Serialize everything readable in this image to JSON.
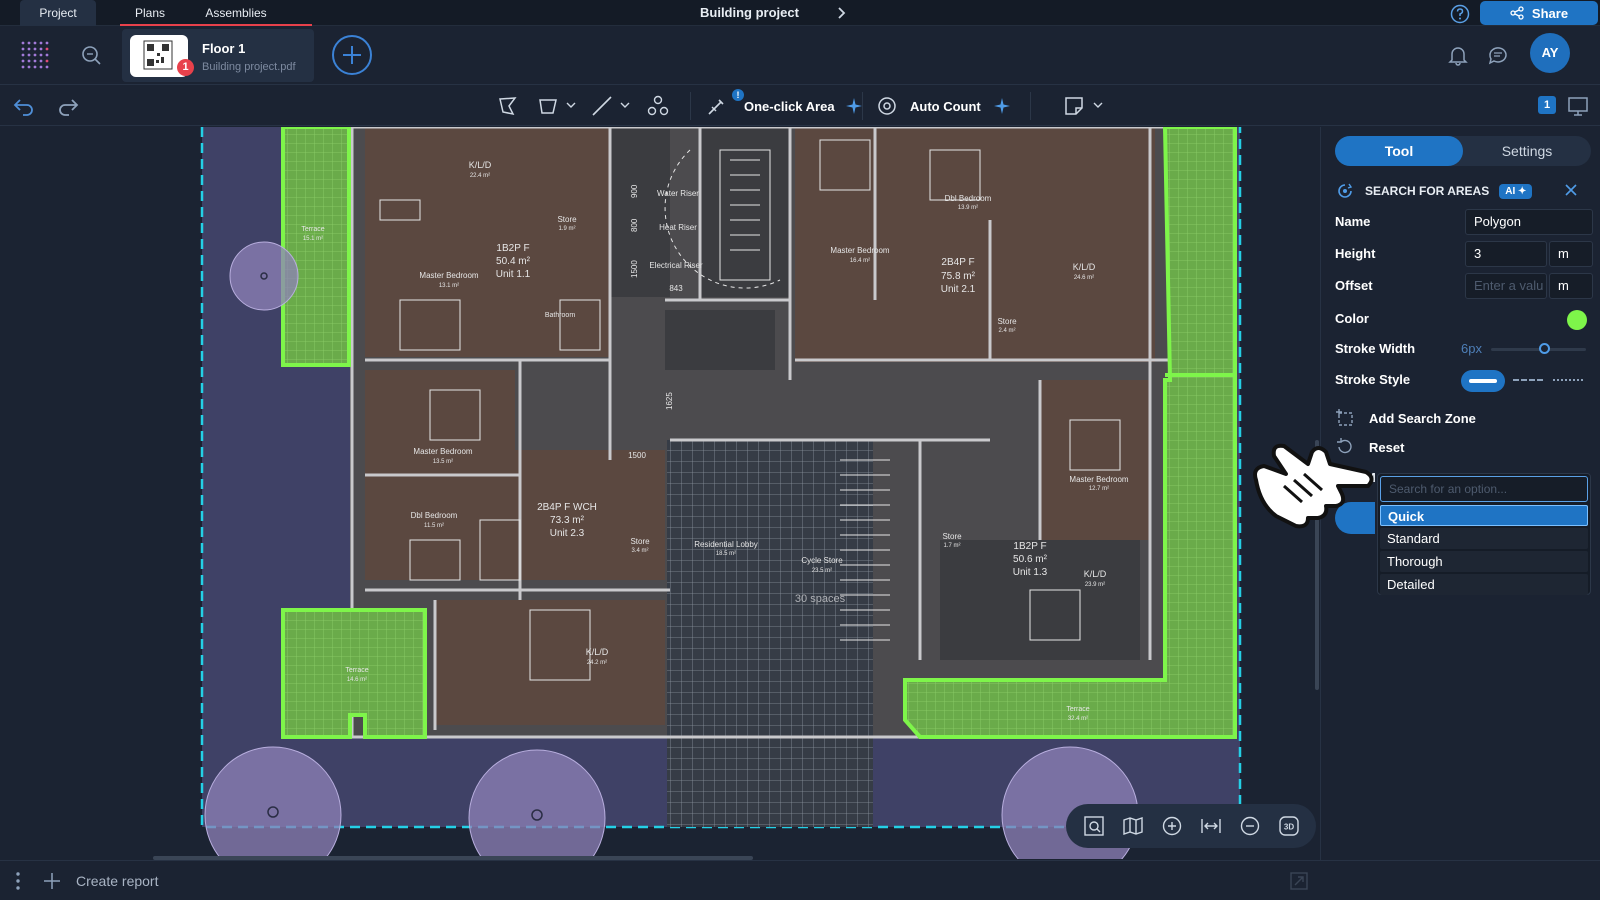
{
  "tabs": [
    {
      "label": "Project"
    },
    {
      "label": "Plans"
    },
    {
      "label": "Assemblies"
    }
  ],
  "project": {
    "title": "Building project"
  },
  "share": {
    "label": "Share"
  },
  "file": {
    "name": "Floor 1",
    "source": "Building project.pdf",
    "badge": "1"
  },
  "user": {
    "initials": "AY"
  },
  "toolbar": {
    "one_click_area": "One-click Area",
    "auto_count": "Auto Count",
    "ai_badge": "!",
    "count_badge": "1"
  },
  "plan": {
    "units": [
      {
        "name": "1B2P F",
        "area": "50.4 m²",
        "unit": "Unit 1.1"
      },
      {
        "name": "2B4P F",
        "area": "75.8 m²",
        "unit": "Unit 2.1"
      },
      {
        "name": "2B4P F WCH",
        "area": "73.3 m²",
        "unit": "Unit 2.3"
      },
      {
        "name": "1B2P F",
        "area": "50.6 m²",
        "unit": "Unit 1.3"
      }
    ],
    "rooms": {
      "kld_1": "K/L/D",
      "kld_1_area": "22.4 m²",
      "terrace_1": "Terrace",
      "terrace_1_area": "15.1 m²",
      "master_bed_1": "Master Bedroom",
      "master_bed_1_area": "13.1 m²",
      "store_1": "Store",
      "store_1_area": "1.9 m²",
      "bathroom_1": "Bathroom",
      "water_riser": "Water Riser",
      "heat_riser": "Heat Riser",
      "electrical_riser": "Electrical Riser",
      "dbl_bed_1": "Dbl Bedroom",
      "dbl_bed_1_area": "13.9 m²",
      "master_bed_2": "Master Bedroom",
      "master_bed_2_area": "16.4 m²",
      "kld_2": "K/L/D",
      "kld_2_area": "24.6 m²",
      "store_2": "Store",
      "store_2_area": "2.4 m²",
      "master_bed_3": "Master Bedroom",
      "master_bed_3_area": "13.5 m²",
      "dbl_bed_2": "Dbl Bedroom",
      "dbl_bed_2_area": "11.5 m²",
      "store_3": "Store",
      "store_3_area": "3.4 m²",
      "lobby": "Residential Lobby",
      "lobby_area": "18.5 m²",
      "cycle_store": "Cycle Store",
      "cycle_store_area": "23.5 m²",
      "spaces": "30 spaces",
      "master_bed_4": "Master Bedroom",
      "master_bed_4_area": "12.7 m²",
      "store_4": "Store",
      "store_4_area": "1.7 m²",
      "kld_3": "K/L/D",
      "kld_3_area": "24.2 m²",
      "kld_4": "K/L/D",
      "kld_4_area": "23.9 m²",
      "terrace_2": "Terrace",
      "terrace_2_area": "14.6 m²",
      "terrace_3": "Terrace",
      "terrace_3_area": "32.4 m²"
    },
    "dims": {
      "d900": "900",
      "d800": "800",
      "d1500": "1500",
      "d843": "843",
      "d1625": "1625",
      "d1500b": "1500"
    }
  },
  "bottom": {
    "create_report": "Create report"
  },
  "panel": {
    "tab_tool": "Tool",
    "tab_settings": "Settings",
    "section_title": "SEARCH FOR AREAS",
    "ai_pill": "AI",
    "name_label": "Name",
    "name_value": "Polygon",
    "height_label": "Height",
    "height_value": "3",
    "height_unit": "m",
    "offset_label": "Offset",
    "offset_placeholder": "Enter a valu",
    "offset_unit": "m",
    "color_label": "Color",
    "color_value": "#7ef54a",
    "stroke_width_label": "Stroke Width",
    "stroke_width_value": "6px",
    "stroke_style_label": "Stroke Style",
    "add_zone": "Add Search Zone",
    "reset": "Reset",
    "mode_prefix": "M"
  },
  "dropdown": {
    "placeholder": "Search for an option...",
    "options": [
      "Quick",
      "Standard",
      "Thorough",
      "Detailed"
    ],
    "selected": "Quick"
  }
}
